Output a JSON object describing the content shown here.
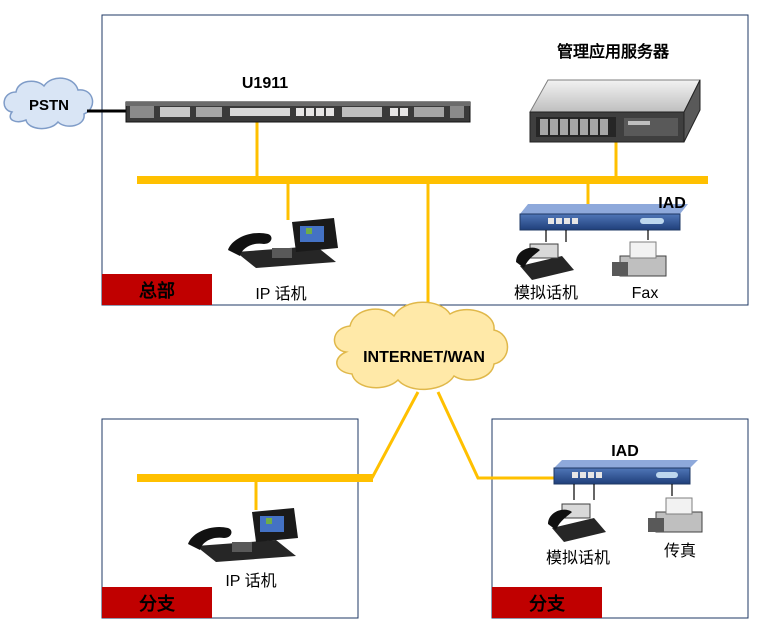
{
  "colors": {
    "link": "#FFC000",
    "box_border": "#1F3864",
    "tag_fill": "#C00000",
    "tag_text": "#FFFFFF",
    "cloud_fill": "#FFE9A8",
    "pstn_fill": "#D9E5F5",
    "device_dark": "#2B2B2B",
    "iad_blue": "#2F5597"
  },
  "headquarters": {
    "tag": "总部",
    "pstn_label": "PSTN",
    "gateway_label": "U1911",
    "server_label": "管理应用服务器",
    "iad_label": "IAD",
    "ip_phone_label": "IP 话机",
    "analog_phone_label": "模拟话机",
    "fax_label": "Fax"
  },
  "wan": {
    "label": "INTERNET/WAN"
  },
  "branch_left": {
    "tag": "分支",
    "ip_phone_label": "IP 话机"
  },
  "branch_right": {
    "tag": "分支",
    "iad_label": "IAD",
    "analog_phone_label": "模拟话机",
    "fax_label": "传真"
  }
}
